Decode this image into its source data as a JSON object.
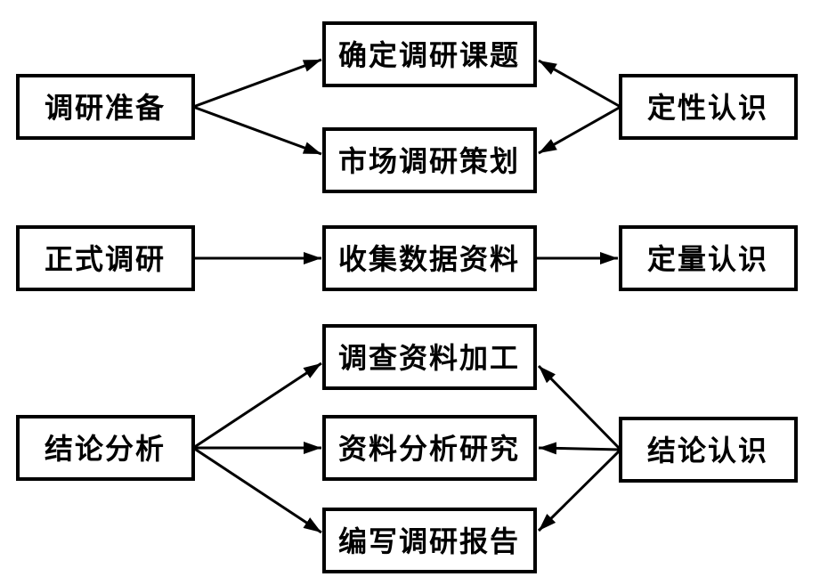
{
  "diagram": {
    "type": "flowchart",
    "colors": {
      "stroke": "#000000",
      "background": "#ffffff"
    },
    "nodes": {
      "prep": {
        "label": "调研准备"
      },
      "define_topic": {
        "label": "确定调研课题"
      },
      "market_plan": {
        "label": "市场调研策划"
      },
      "qualitative": {
        "label": "定性认识"
      },
      "formal": {
        "label": "正式调研"
      },
      "collect_data": {
        "label": "收集数据资料"
      },
      "quantitative": {
        "label": "定量认识"
      },
      "conclusion_analysis": {
        "label": "结论分析"
      },
      "data_processing": {
        "label": "调查资料加工"
      },
      "data_analysis": {
        "label": "资料分析研究"
      },
      "write_report": {
        "label": "编写调研报告"
      },
      "conclusion_knowledge": {
        "label": "结论认识"
      }
    },
    "edges": [
      {
        "from": "prep",
        "to": "define_topic"
      },
      {
        "from": "prep",
        "to": "market_plan"
      },
      {
        "from": "qualitative",
        "to": "define_topic"
      },
      {
        "from": "qualitative",
        "to": "market_plan"
      },
      {
        "from": "formal",
        "to": "collect_data"
      },
      {
        "from": "collect_data",
        "to": "quantitative"
      },
      {
        "from": "conclusion_analysis",
        "to": "data_processing"
      },
      {
        "from": "conclusion_analysis",
        "to": "data_analysis"
      },
      {
        "from": "conclusion_analysis",
        "to": "write_report"
      },
      {
        "from": "conclusion_knowledge",
        "to": "data_processing"
      },
      {
        "from": "conclusion_knowledge",
        "to": "data_analysis"
      },
      {
        "from": "conclusion_knowledge",
        "to": "write_report"
      }
    ]
  }
}
